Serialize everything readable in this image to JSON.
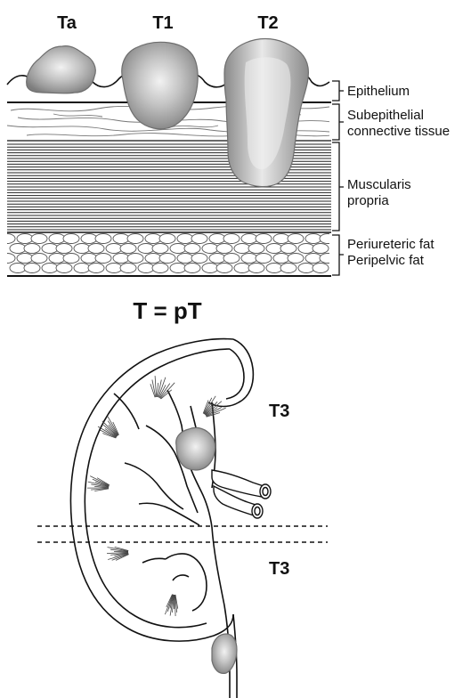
{
  "top_panel": {
    "stages": {
      "ta": "Ta",
      "t1": "T1",
      "t2": "T2"
    },
    "layers": {
      "epithelium": "Epithelium",
      "subepithelial_line1": "Subepithelial",
      "subepithelial_line2": "connective tissue",
      "muscularis_line1": "Muscularis",
      "muscularis_line2": "propria",
      "fat_line1": "Periureteric fat",
      "fat_line2": "Peripelvic fat"
    }
  },
  "formula": "T = pT",
  "bottom_panel": {
    "pelvis_stage": "T3",
    "ureter_stage": "T3"
  },
  "colors": {
    "ink": "#111111",
    "tumor_outer": "#8c8c8c",
    "tumor_inner": "#e6e6e6"
  }
}
